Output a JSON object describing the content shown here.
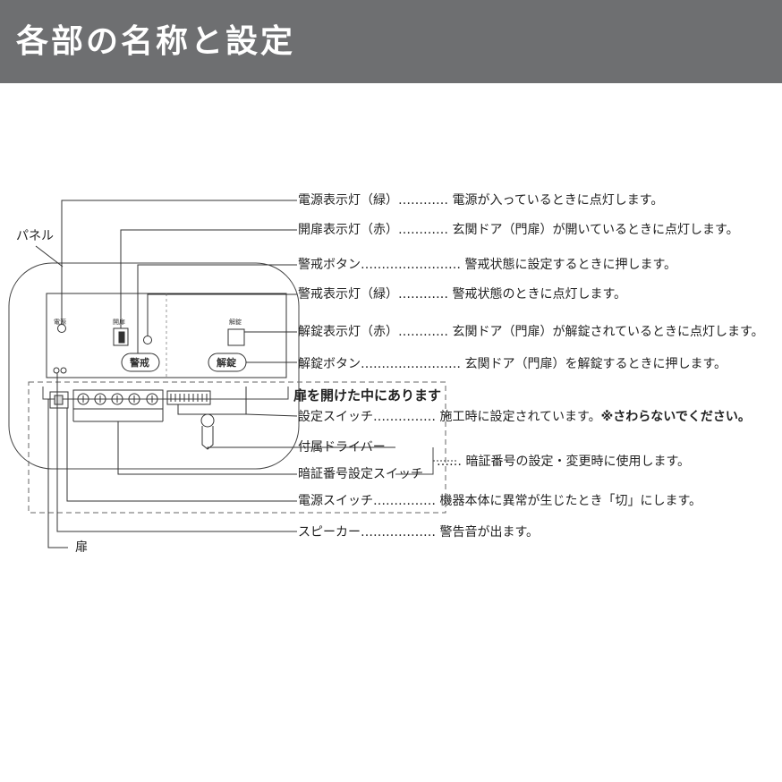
{
  "header": {
    "title": "各部の名称と設定"
  },
  "panel": {
    "name": "パネル",
    "led_power": "電源",
    "led_open": "開扉",
    "led_unlock": "解錠",
    "btn_alarm": "警戒",
    "btn_unlock": "解錠"
  },
  "door": {
    "name": "扉",
    "inside_note": "扉を開けた中にあります"
  },
  "callouts": [
    {
      "name": "電源表示灯（緑）",
      "dots": "…………",
      "desc": "電源が入っているときに点灯します。"
    },
    {
      "name": "開扉表示灯（赤）",
      "dots": "…………",
      "desc": "玄関ドア（門扉）が開いているときに点灯します。"
    },
    {
      "name": "警戒ボタン",
      "dots": "……………………",
      "desc": "警戒状態に設定するときに押します。"
    },
    {
      "name": "警戒表示灯（緑）",
      "dots": "…………",
      "desc": "警戒状態のときに点灯します。"
    },
    {
      "name": "解錠表示灯（赤）",
      "dots": "…………",
      "desc": "玄関ドア（門扉）が解錠されているときに点灯します。"
    },
    {
      "name": "解錠ボタン",
      "dots": "……………………",
      "desc": "玄関ドア（門扉）を解錠するときに押します。"
    },
    {
      "name": "設定スイッチ",
      "dots": "……………",
      "desc": "施工時に設定されています。",
      "desc_bold": "※さわらないでください。"
    },
    {
      "name": "付属ドライバー",
      "dots": "",
      "desc": ""
    },
    {
      "name": "暗証番号設定スイッチ",
      "dots": "……",
      "desc": "暗証番号の設定・変更時に使用します。"
    },
    {
      "name": "電源スイッチ",
      "dots": "……………",
      "desc": "機器本体に異常が生じたとき「切」にします。"
    },
    {
      "name": "スピーカー",
      "dots": "………………",
      "desc": "警告音が出ます。"
    }
  ]
}
